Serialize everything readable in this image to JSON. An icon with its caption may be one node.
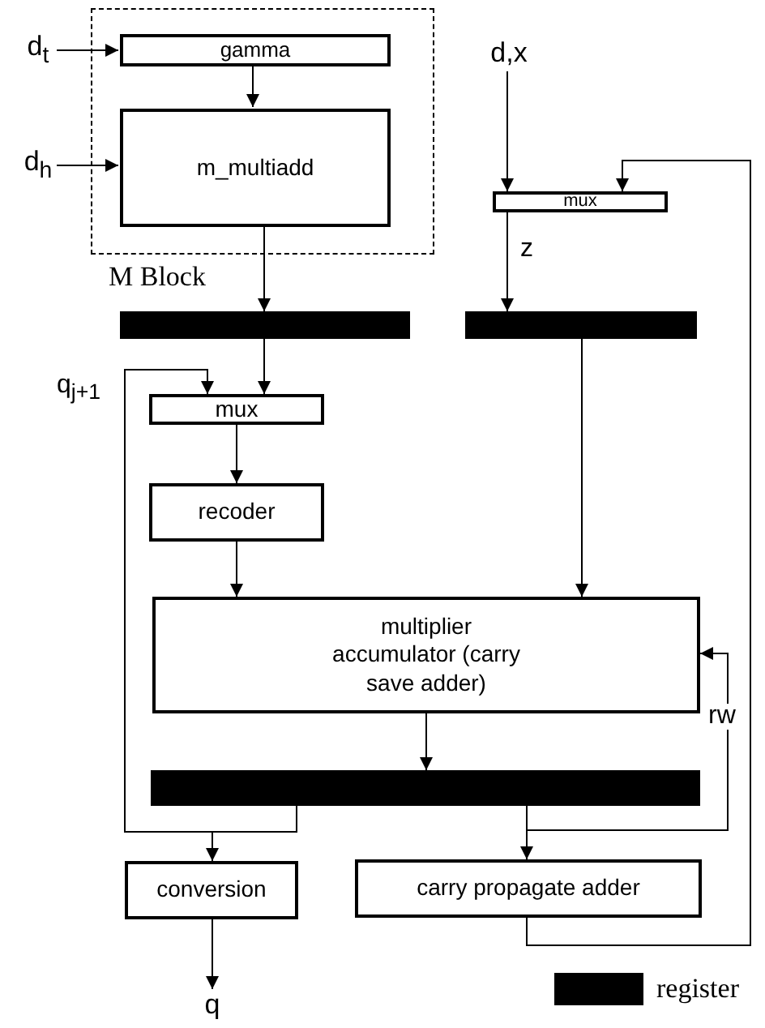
{
  "diagram": {
    "nodes": [
      {
        "text": [
          "M Block"
        ]
      },
      {
        "text": [
          "gamma"
        ],
        "in": 0
      },
      {
        "text": [
          "m_multiadd"
        ],
        "in": 0
      },
      {
        "text": [
          "d$_{t}$"
        ]
      },
      {
        "text": [
          "d$_{h}$"
        ]
      },
      {
        "text": [
          "d,x"
        ]
      },
      {
        "text": [
          "mux"
        ]
      },
      {
        "text": [],
        "shape": "bar"
      },
      {
        "text": [],
        "shape": "bar"
      },
      {
        "text": [
          "mux"
        ]
      },
      {
        "text": [
          "recoder"
        ]
      },
      {
        "text": [
          "multiplier accumulator (carry save adder)"
        ]
      },
      {
        "text": [],
        "shape": "bar"
      },
      {
        "text": [
          "conversion"
        ]
      },
      {
        "text": [
          "carry propagate adder"
        ]
      },
      {
        "text": [
          "q"
        ]
      }
    ],
    "edges": [
      {
        "from": 3,
        "to": 1,
        "arrow": "to"
      },
      {
        "from": 4,
        "to": 2,
        "arrow": "to"
      },
      {
        "from": 1,
        "to": 2,
        "arrow": "to"
      },
      {
        "from": 2,
        "to": 7,
        "arrow": "to"
      },
      {
        "from": 5,
        "to": 6,
        "arrow": "to"
      },
      {
        "from": 6,
        "to": 8,
        "arrow": "to",
        "label": "z"
      },
      {
        "from": 7,
        "to": 9,
        "arrow": "to"
      },
      {
        "from": 8,
        "to": 11,
        "arrow": "to"
      },
      {
        "from": 9,
        "to": 10,
        "arrow": "to"
      },
      {
        "from": 10,
        "to": 11,
        "arrow": "to"
      },
      {
        "from": 11,
        "to": 12,
        "arrow": "to"
      },
      {
        "from": 12,
        "to": 9,
        "arrow": "to",
        "label": "q$_{j+1}$"
      },
      {
        "from": 12,
        "to": 13,
        "arrow": "to"
      },
      {
        "from": 12,
        "to": 14,
        "arrow": "to"
      },
      {
        "from": 12,
        "to": 11,
        "arrow": "to",
        "label": "rw"
      },
      {
        "from": 14,
        "to": 6,
        "arrow": "to"
      },
      {
        "from": 13,
        "to": 15,
        "arrow": "to"
      }
    ],
    "legend": [
      {
        "text": "register",
        "color": "#000000"
      }
    ]
  }
}
